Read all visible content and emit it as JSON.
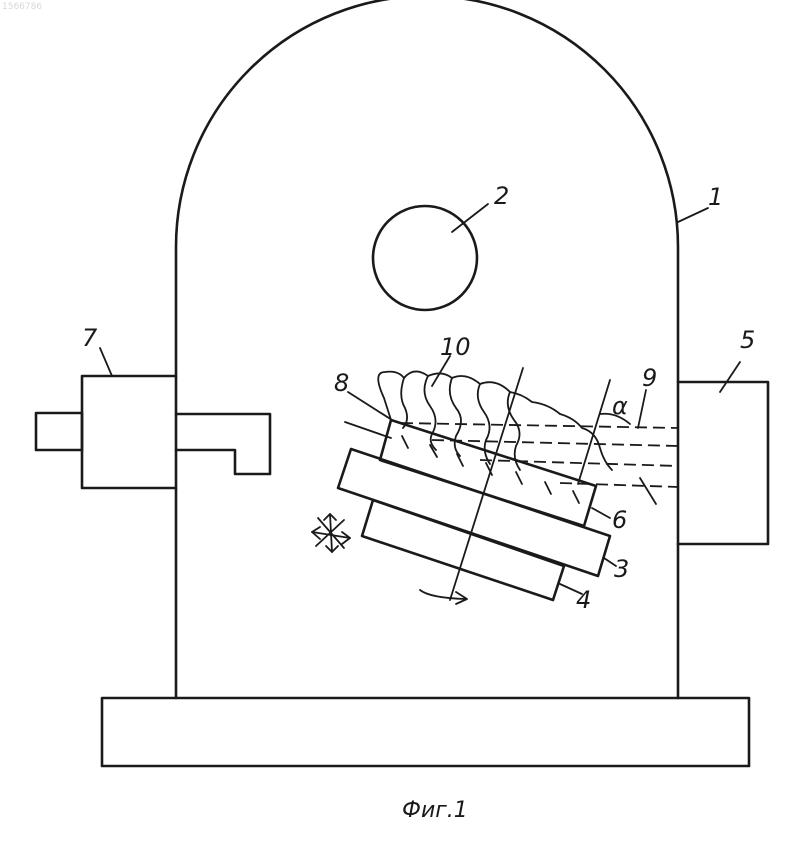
{
  "doc_number": "1566786",
  "labels": {
    "l1": "1",
    "l2": "2",
    "l3": "3",
    "l4": "4",
    "l5": "5",
    "l6": "6",
    "l7": "7",
    "l8": "8",
    "l9": "9",
    "l10": "10",
    "alpha": "α"
  },
  "caption": "Фиг.1"
}
